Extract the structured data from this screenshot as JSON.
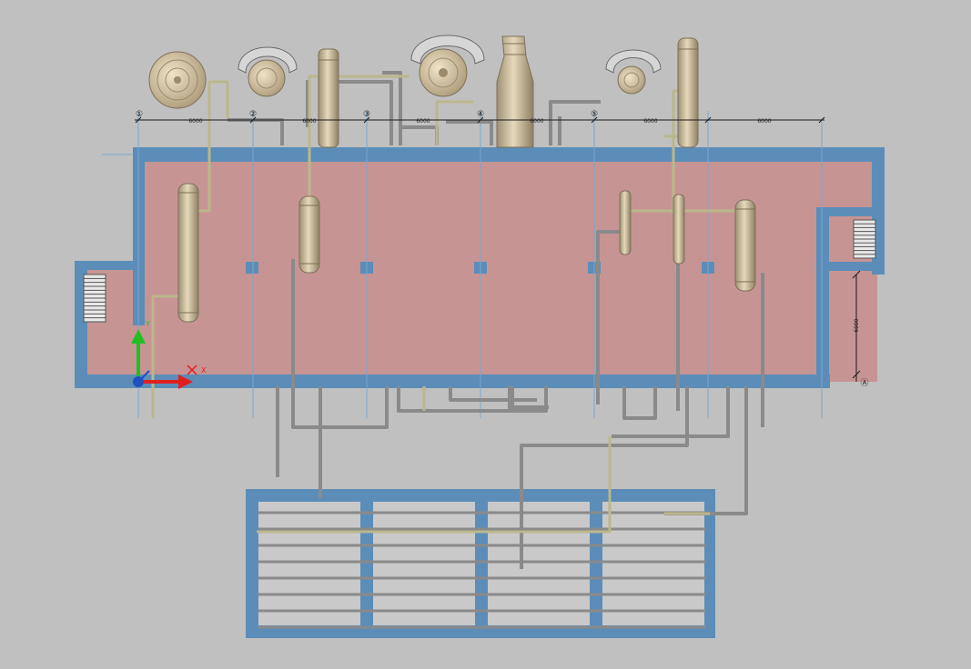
{
  "colors": {
    "background": "#c0c0c0",
    "wall": "#5b8db8",
    "floor": "#c79494",
    "pipe_gray": "#8a8a8a",
    "pipe_olive": "#b8b48a",
    "equipment": "#cdbf9f",
    "dimension": "#1a1a1a",
    "axis_x": "#e02020",
    "axis_y": "#20c020",
    "axis_z": "#2050c0"
  },
  "grid_axes": {
    "columns": [
      {
        "label": "①"
      },
      {
        "label": "②"
      },
      {
        "label": "③"
      },
      {
        "label": "④"
      },
      {
        "label": "⑤"
      }
    ],
    "rows": [
      {
        "label": "Ⓐ"
      }
    ]
  },
  "dimensions": {
    "top_spans": [
      "6000",
      "6000",
      "6000",
      "6000",
      "6000",
      "6000"
    ],
    "right_span": "6000"
  },
  "ucs": {
    "x_label": "X",
    "y_label": "Y"
  }
}
